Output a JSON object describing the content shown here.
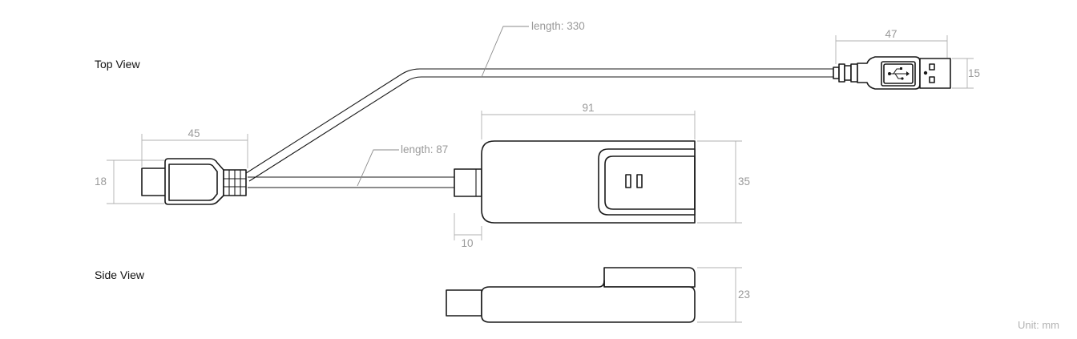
{
  "labels": {
    "top_view": "Top View",
    "side_view": "Side View",
    "unit": "Unit: mm"
  },
  "dimensions": {
    "cable_long": "length: 330",
    "cable_short": "length: 87",
    "usb_length": "47",
    "usb_height": "15",
    "usbc_length": "45",
    "usbc_height": "18",
    "body_length": "91",
    "body_width": "35",
    "connector_length": "10",
    "body_height": "23"
  },
  "icons": {
    "usb_symbol": "usb-symbol-icon"
  }
}
